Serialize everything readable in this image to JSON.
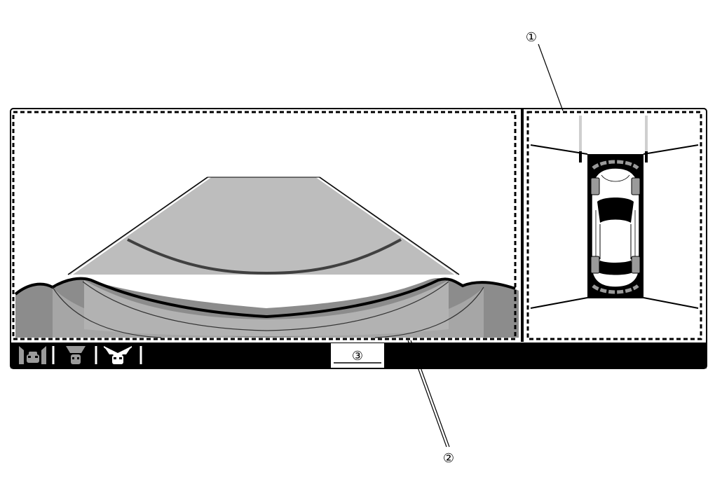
{
  "callouts": [
    {
      "id": "1",
      "label": "①"
    },
    {
      "id": "2",
      "label": "②"
    },
    {
      "id": "3",
      "label": "③"
    }
  ],
  "toolbar": {
    "buttons": [
      {
        "name": "view-mode-wide-button",
        "icon": "car-between-barriers-icon"
      },
      {
        "name": "view-mode-rear-button",
        "icon": "car-rear-narrow-icon"
      },
      {
        "name": "view-mode-top-button",
        "icon": "car-top-spread-icon"
      }
    ]
  },
  "colors": {
    "line": "#000000",
    "ground_light": "#bdbdbd",
    "ground_mid": "#a6a6a6",
    "ground_dark": "#8c8c8c",
    "guide_line": "#404040",
    "toolbar_bg": "#000000",
    "car_wheel": "#9a9a9a"
  }
}
